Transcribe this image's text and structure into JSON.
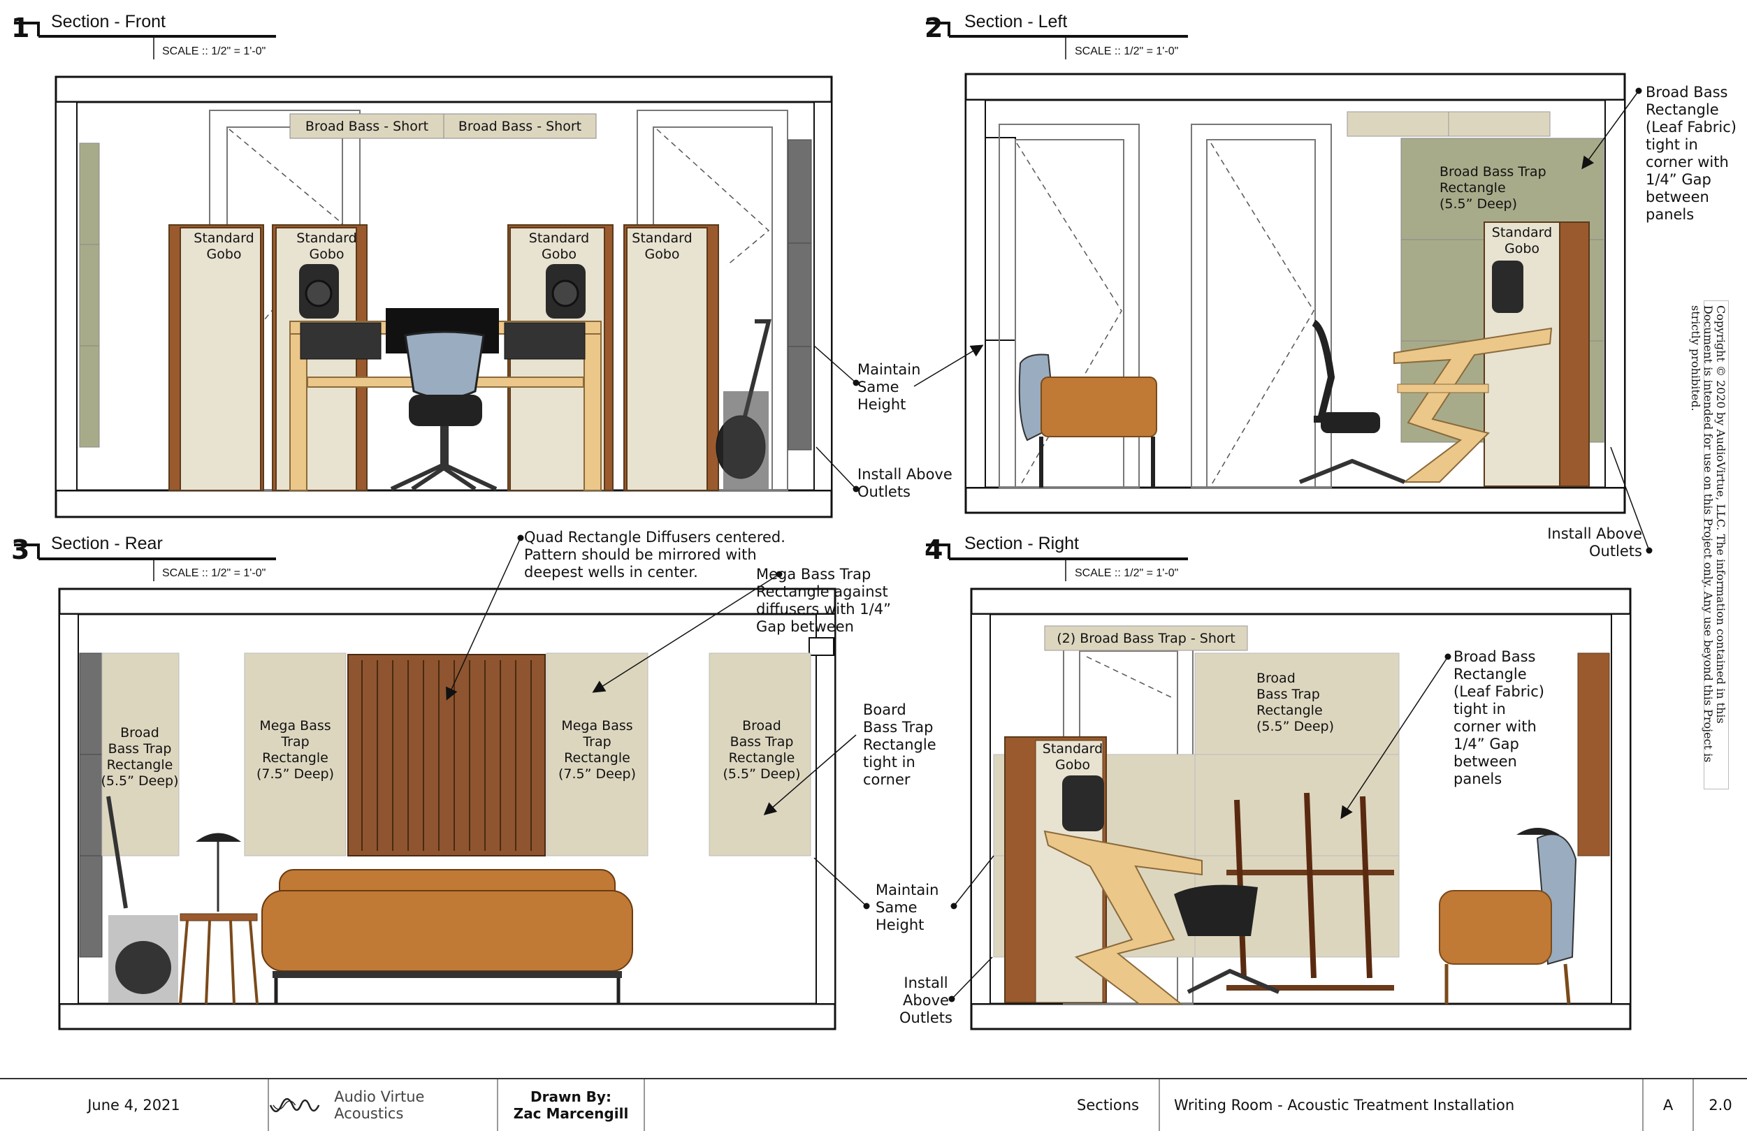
{
  "sections": [
    {
      "number": "1",
      "title": "Section - Front",
      "scale": "SCALE  ::  1/2\" = 1'-0\""
    },
    {
      "number": "2",
      "title": "Section - Left",
      "scale": "SCALE  ::  1/2\" = 1'-0\""
    },
    {
      "number": "3",
      "title": "Section - Rear",
      "scale": "SCALE  ::  1/2\" = 1'-0\""
    },
    {
      "number": "4",
      "title": "Section - Right",
      "scale": "SCALE  ::  1/2\" = 1'-0\""
    }
  ],
  "front": {
    "broad_bass_short_1": "Broad Bass - Short",
    "broad_bass_short_2": "Broad Bass - Short",
    "gobo_1": "Standard\nGobo",
    "gobo_2": "Standard\nGobo",
    "gobo_3": "Standard\nGobo",
    "gobo_4": "Standard\nGobo",
    "note_maintain": "Maintain\nSame\nHeight",
    "note_install": "Install Above\nOutlets"
  },
  "left": {
    "trap_label": "Broad Bass Trap\nRectangle\n(5.5” Deep)",
    "gobo": "Standard\nGobo",
    "note_leaf": "Broad Bass\nRectangle\n(Leaf Fabric)\ntight in\ncorner with\n1/4” Gap\nbetween\npanels",
    "note_install": "Install Above\nOutlets"
  },
  "rear": {
    "panel_1": "Broad\nBass Trap\nRectangle\n(5.5” Deep)",
    "panel_2": "Mega Bass\nTrap\nRectangle\n(7.5” Deep)",
    "panel_3": "Mega Bass\nTrap\nRectangle\n(7.5” Deep)",
    "panel_4": "Broad\nBass Trap\nRectangle\n(5.5” Deep)",
    "note_diffusers": "Quad Rectangle Diffusers centered.\nPattern should be mirrored with\ndeepest wells in center.",
    "note_mega": "Mega Bass Trap\nRectangle against\ndiffusers with 1/4”\nGap between",
    "note_board": "Board\nBass Trap\nRectangle\ntight in\ncorner",
    "note_maintain": "Maintain\nSame\nHeight"
  },
  "right": {
    "short_label": "(2) Broad Bass Trap - Short",
    "trap_label": "Broad\nBass Trap\nRectangle\n(5.5” Deep)",
    "gobo": "Standard\nGobo",
    "note_leaf": "Broad Bass\nRectangle\n(Leaf Fabric)\ntight in\ncorner with\n1/4” Gap\nbetween\npanels",
    "note_install": "Install\nAbove\nOutlets"
  },
  "copyright": "Copyright © 2020 by AudioVirtue, LLC. The information contained in this Document is intended for use on this Project only. Any use beyond this Project is strictly prohibited.",
  "title_block": {
    "date": "June 4, 2021",
    "company": "Audio Virtue Acoustics",
    "drawn_by_label": "Drawn By:",
    "drawn_by_name": "Zac Marcengill",
    "sheet_type": "Sections",
    "project": "Writing Room - Acoustic Treatment Installation",
    "sheet_letter": "A",
    "revision": "2.0"
  },
  "colors": {
    "panel_beige": "#ddd6bf",
    "panel_sage": "#a8ab89",
    "panel_gray": "#6f6f6f",
    "wood": "#9a5a2e",
    "desk_wood": "#ecc78a",
    "leather": "#c07a36"
  }
}
